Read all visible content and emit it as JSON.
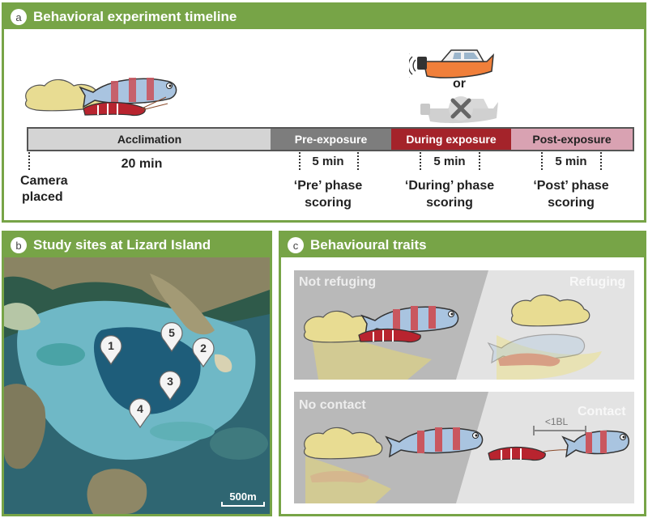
{
  "panel_a": {
    "letter": "a",
    "title": "Behavioral experiment timeline",
    "or_label": "or",
    "phases": [
      {
        "label": "Acclimation",
        "color": "#d4d4d4",
        "text_color": "#222222"
      },
      {
        "label": "Pre-exposure",
        "color": "#7d7d7d",
        "text_color": "#ffffff"
      },
      {
        "label": "During exposure",
        "color": "#a4232a",
        "text_color": "#ffffff"
      },
      {
        "label": "Post-exposure",
        "color": "#d9a2b2",
        "text_color": "#222222"
      }
    ],
    "acclimation_duration": "20 min",
    "camera_label_1": "Camera",
    "camera_label_2": "placed",
    "scoring": [
      {
        "duration": "5 min",
        "line1": "‘Pre’ phase",
        "line2": "scoring"
      },
      {
        "duration": "5 min",
        "line1": "‘During’ phase",
        "line2": "scoring"
      },
      {
        "duration": "5 min",
        "line1": "‘Post’ phase",
        "line2": "scoring"
      }
    ]
  },
  "panel_b": {
    "letter": "b",
    "title": "Study sites at Lizard Island",
    "sites": [
      "1",
      "2",
      "3",
      "4",
      "5"
    ],
    "scale_label": "500m"
  },
  "panel_c": {
    "letter": "c",
    "title": "Behavioural traits",
    "traits": {
      "not_refuging": "Not refuging",
      "refuging": "Refuging",
      "no_contact": "No contact",
      "contact": "Contact",
      "distance_label": "<1BL"
    }
  },
  "colors": {
    "panel_green": "#77a447",
    "goby_stripe": "#c9575f",
    "goby_body": "#a9c4e0",
    "shrimp_red": "#b8242f",
    "sand": "#e8dc92",
    "boat_orange": "#f07f3a"
  }
}
